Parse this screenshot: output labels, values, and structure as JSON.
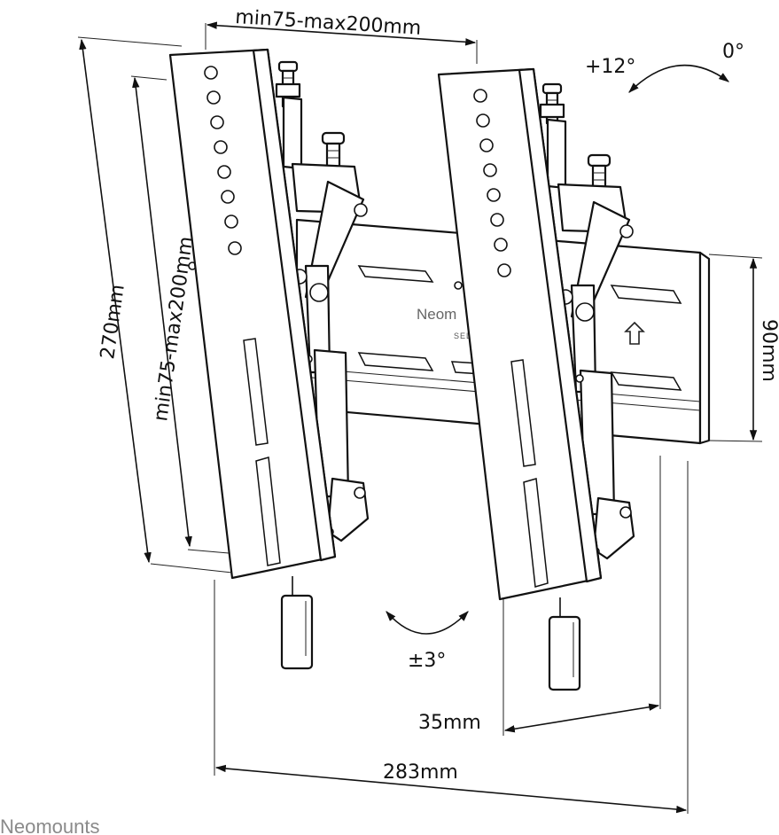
{
  "dimensions": {
    "top_width": "min75-max200mm",
    "overall_height": "270mm",
    "inner_height": "min75-max200mm",
    "wall_plate_height": "90mm",
    "wall_offset": "35mm",
    "overall_width": "283mm"
  },
  "angles": {
    "tilt_max": "+12°",
    "tilt_min": "0°",
    "level_adjust": "±3°"
  },
  "plate_label": "Neom",
  "plate_sublabel": "SELE",
  "brand_logo": "Neomounts"
}
